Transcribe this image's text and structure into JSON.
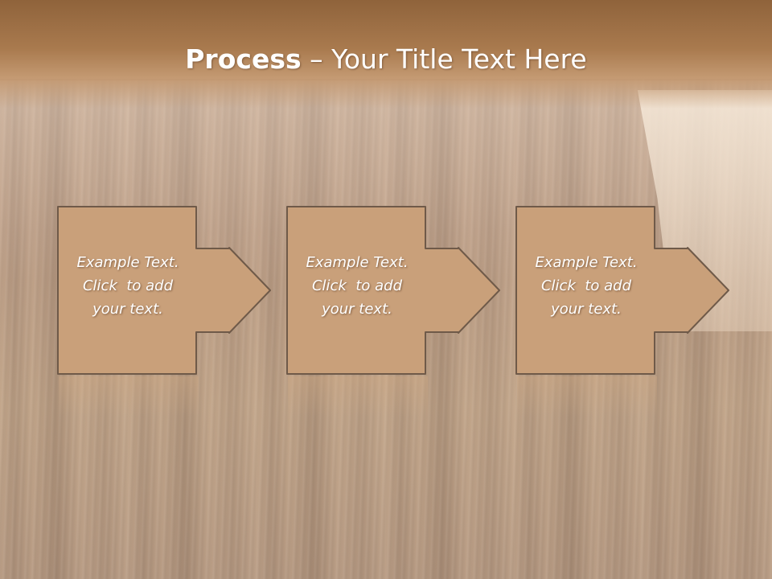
{
  "slide": {
    "title_bold": "Process",
    "title_separator": " – ",
    "title_rest": "Your Title Text Here"
  },
  "steps": [
    {
      "lines": [
        "Example Text.",
        "Click  to add",
        "your text."
      ]
    },
    {
      "lines": [
        "Example Text.",
        "Click  to add",
        "your text."
      ]
    },
    {
      "lines": [
        "Example Text.",
        "Click  to add",
        "your text."
      ]
    }
  ],
  "colors": {
    "header": "#a97a4e",
    "box_fill": "#c9a07a",
    "box_stroke": "#6f5a49",
    "text": "#ffffff"
  }
}
